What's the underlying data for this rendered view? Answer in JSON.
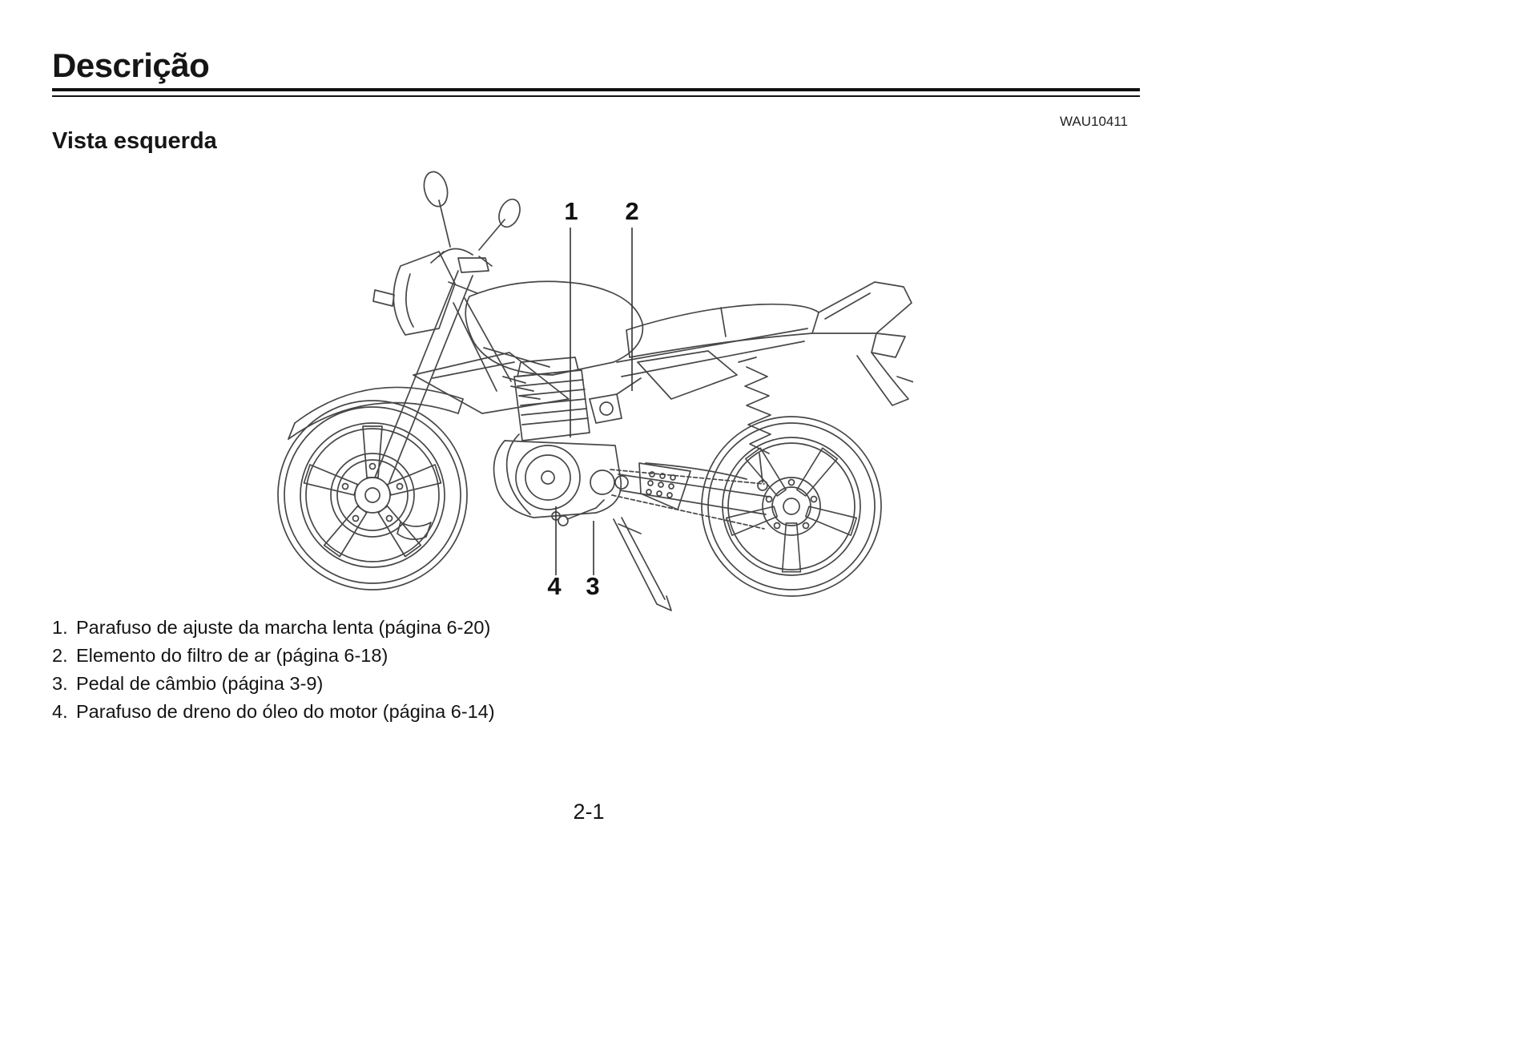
{
  "page": {
    "title": "Descrição",
    "code": "WAU10411",
    "section_title": "Vista esquerda",
    "page_number": "2-1"
  },
  "callouts": [
    "1",
    "2",
    "3",
    "4"
  ],
  "legend": [
    {
      "number": "1.",
      "text": "Parafuso de ajuste da marcha lenta (página 6-20)"
    },
    {
      "number": "2.",
      "text": "Elemento do filtro de ar (página 6-18)"
    },
    {
      "number": "3.",
      "text": "Pedal de câmbio (página 3-9)"
    },
    {
      "number": "4.",
      "text": "Parafuso de dreno do óleo do motor (página 6-14)"
    }
  ]
}
